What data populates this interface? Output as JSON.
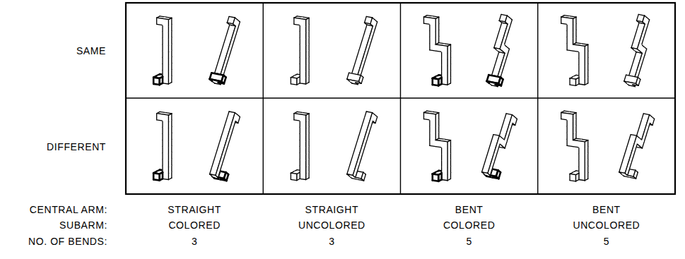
{
  "diagram": {
    "labels": [
      "SAME",
      "DIFFERENT",
      "CENTRAL ARM:",
      "STRAIGHT",
      "STRAIGHT",
      "BENT",
      "BENT",
      "SUBARM:",
      "COLORED",
      "UNCOLORED",
      "COLORED",
      "UNCOLORED",
      "NO. OF BENDS:",
      "3",
      "3",
      "5",
      "5"
    ]
  }
}
